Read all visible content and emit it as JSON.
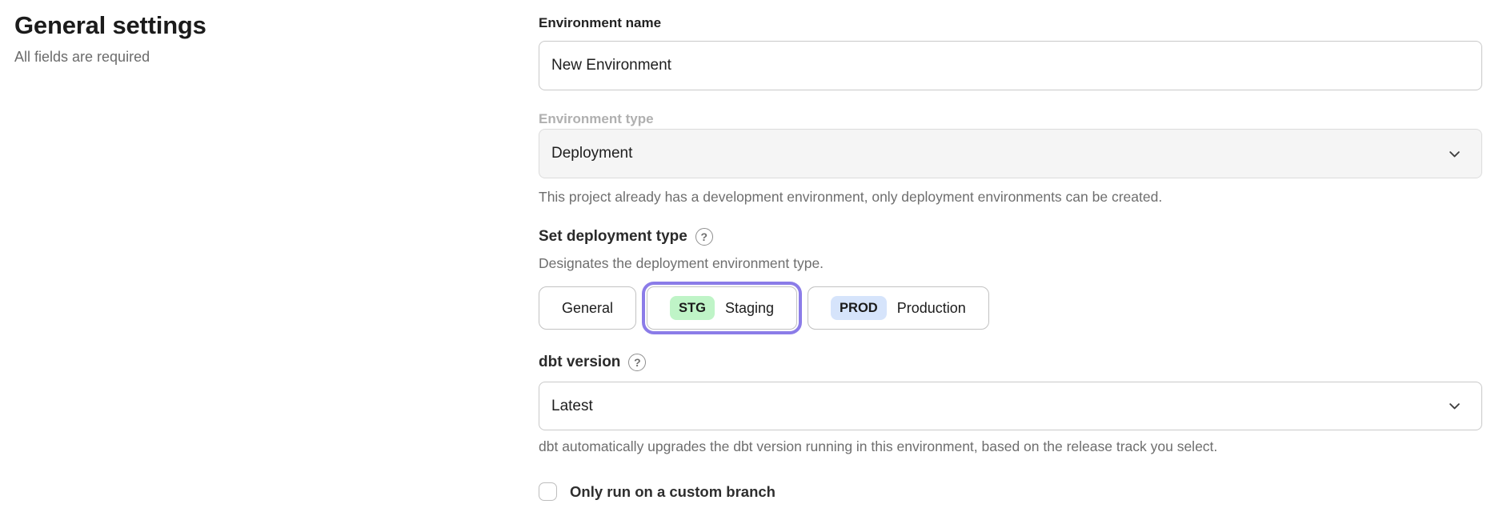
{
  "page": {
    "title": "General settings",
    "subtitle": "All fields are required"
  },
  "form": {
    "environment_name": {
      "label": "Environment name",
      "value": "New Environment"
    },
    "environment_type": {
      "label": "Environment type",
      "value": "Deployment",
      "disabled": true,
      "help_text": "This project already has a development environment, only deployment environments can be created."
    },
    "deployment_type": {
      "label": "Set deployment type",
      "description": "Designates the deployment environment type.",
      "options": [
        {
          "label": "General",
          "badge": "",
          "selected": false
        },
        {
          "label": "Staging",
          "badge": "STG",
          "selected": true
        },
        {
          "label": "Production",
          "badge": "PROD",
          "selected": false
        }
      ]
    },
    "dbt_version": {
      "label": "dbt version",
      "value": "Latest",
      "help_text": "dbt automatically upgrades the dbt version running in this environment, based on the release track you select."
    },
    "custom_branch": {
      "label": "Only run on a custom branch",
      "checked": false
    }
  },
  "icons": {
    "help": "?"
  },
  "colors": {
    "selected_outline_purple": "#8b7ce8",
    "staging_badge_green": "#bff4c7",
    "production_badge_blue": "#d6e4fb",
    "disabled_field_background": "#f5f5f5",
    "input_border": "#c9c9c9",
    "helper_text": "#6e6e6e"
  }
}
